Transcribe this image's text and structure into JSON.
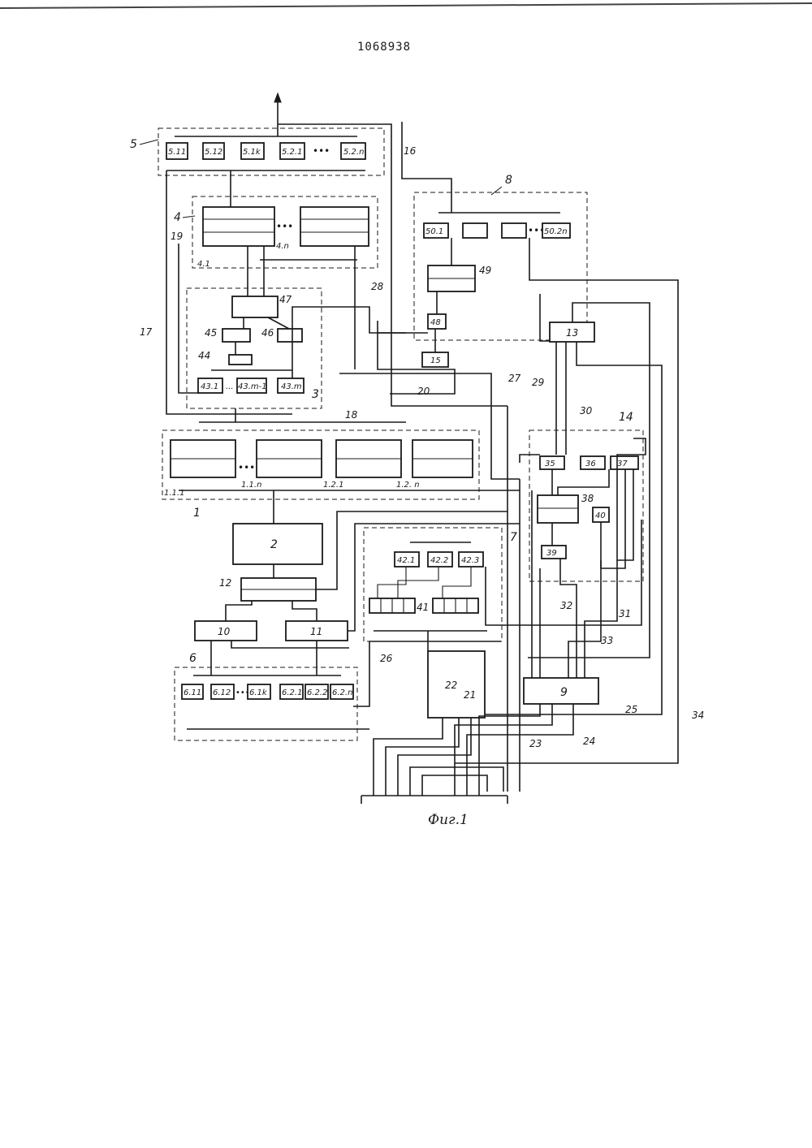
{
  "header": {
    "patent_number": "1068938"
  },
  "caption": "Фиг.1",
  "blocks": {
    "b5_1_1": "5.11",
    "b5_1_2": "5.12",
    "b5_1_k": "5.1k",
    "b5_2_1": "5.2.1",
    "b5_2_n": "5.2.n",
    "b4_1": "4.1",
    "b4_n": "4.n",
    "b50_1": "50.1",
    "b50_2n": "50.2n",
    "b49": "49",
    "b48": "48",
    "b47": "47",
    "b46": "46",
    "b45": "45",
    "b44": "44",
    "b43_1": "43.1",
    "b43_m1": "43.m-1",
    "b43_m": "43.m",
    "b15": "15",
    "b13": "13",
    "b1_1_1": "1.1.1",
    "b1_1_n": "1.1.n",
    "b1_2_1": "1.2.1",
    "b1_2_n": "1.2. n",
    "b2": "2",
    "b12": "12",
    "b10": "10",
    "b11": "11",
    "b42_1": "42.1",
    "b42_2": "42.2",
    "b42_3": "42.3",
    "b41": "41",
    "b35": "35",
    "b36": "36",
    "b37": "37",
    "b38": "38",
    "b39": "39",
    "b40": "40",
    "b6_1_1": "6.11",
    "b6_1_2": "6.12",
    "b6_1_k": "6.1k",
    "b6_2_1": "6.2.1",
    "b6_2_2": "6.2.2",
    "b6_2_n": "6.2.n",
    "b22": "22",
    "b9": "9"
  },
  "group_labels": {
    "g5": "5",
    "g4": "4",
    "g3": "3",
    "g1": "1",
    "g6": "6",
    "g7": "7",
    "g8": "8",
    "g14": "14"
  },
  "line_labels": {
    "l16": "16",
    "l17": "17",
    "l18": "18",
    "l19": "19",
    "l20": "20",
    "l21": "21",
    "l23": "23",
    "l24": "24",
    "l25": "25",
    "l26": "26",
    "l27": "27",
    "l28": "28",
    "l29": "29",
    "l30": "30",
    "l31": "31",
    "l32": "32",
    "l33": "33",
    "l34": "34"
  },
  "ellipsis": "•••"
}
